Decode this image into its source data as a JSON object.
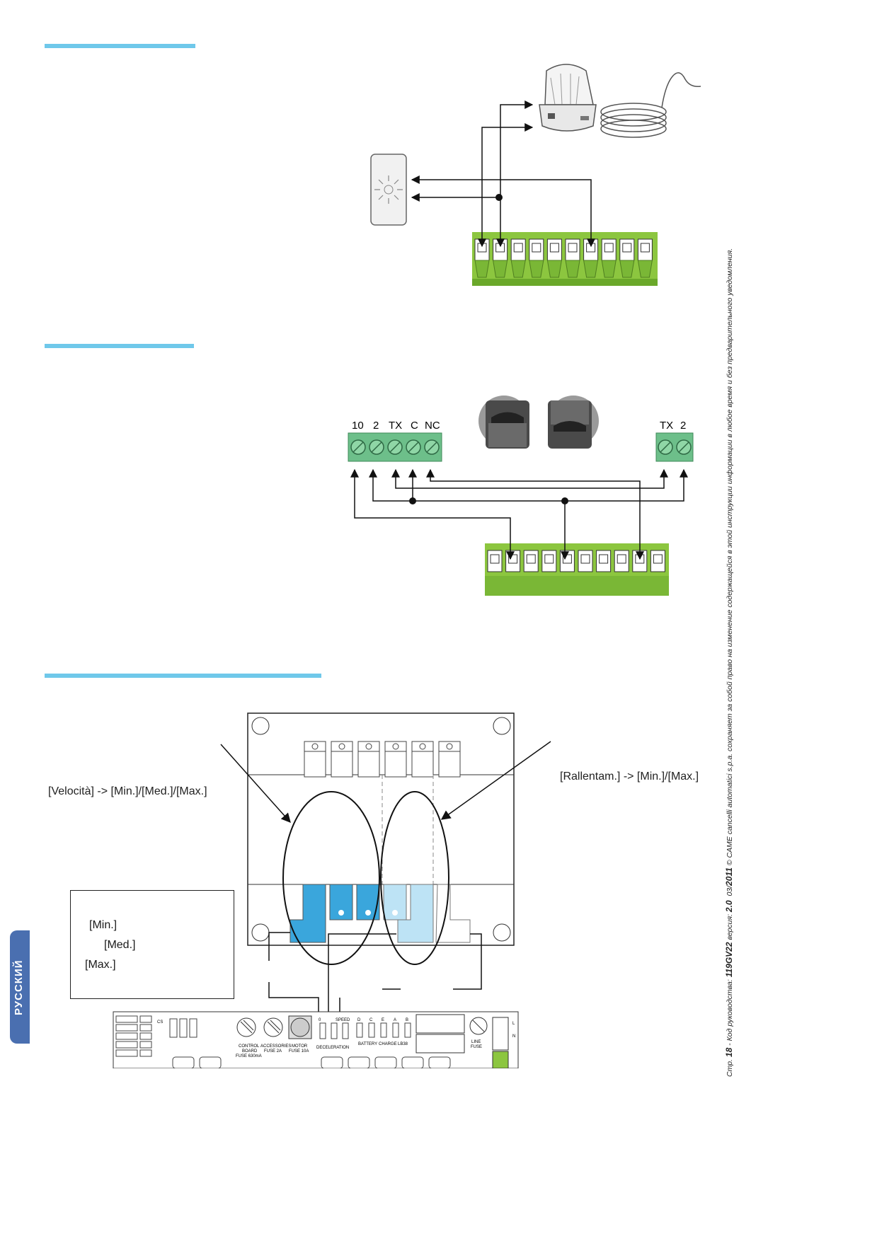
{
  "side_note": {
    "page_prefix": "Стр.",
    "page_number": "18",
    "manual_code_label": "- Код руководства:",
    "manual_code": "119GV22",
    "version_label": "версия:",
    "version": "2.0",
    "date_prefix": "03/",
    "date_year": "2011",
    "copyright": "© CAME cancelli automatici s.p.a.  сохраняет за собой право на изменение содержащейся в этой инструкции информации в любое время и без предварительного уведомления."
  },
  "lang_tab": {
    "label": "РУССКИЙ"
  },
  "accessories_diagram": {
    "terminal_labels_left": [
      "10",
      "2",
      "TX",
      "C",
      "NC"
    ],
    "terminal_labels_right": [
      "TX",
      "2"
    ]
  },
  "speed_diagram": {
    "left_callout": "[Velocità] -> [Min.]/[Med.]/[Max.]",
    "right_callout": "[Rallentam.] -> [Min.]/[Max.]",
    "legend": [
      "[Min.]",
      "[Med.]",
      "[Max.]"
    ],
    "board_labels": {
      "control_board": "CONTROL",
      "board": "BOARD",
      "fuse_630": "FUSE 630mA",
      "accessories": "ACCESSORIES",
      "fuse_2a": "FUSE  2A",
      "motor": "MOTOR",
      "fuse_10a": "FUSE 10A",
      "speed": "SPEED",
      "deceleration": "DECELERATION",
      "battery": "BATTERY",
      "charge": "CHARGE",
      "lb38": "LB38",
      "line": "LINE",
      "fuse": "FUSE",
      "dip_letters": [
        "0",
        "D",
        "C",
        "E",
        "A",
        "B"
      ],
      "l": "L",
      "n": "N",
      "cs": "CS"
    }
  },
  "colors": {
    "accent_rule": "#6fc8ea",
    "terminal_green": "#8cc63f",
    "terminal_green_dark": "#6aa82a",
    "connector_green": "#6dbf8a",
    "jumper_blue": "#3aa6dc",
    "jumper_light_blue": "#bde3f5",
    "lang_tab": "#4a6fb0"
  }
}
